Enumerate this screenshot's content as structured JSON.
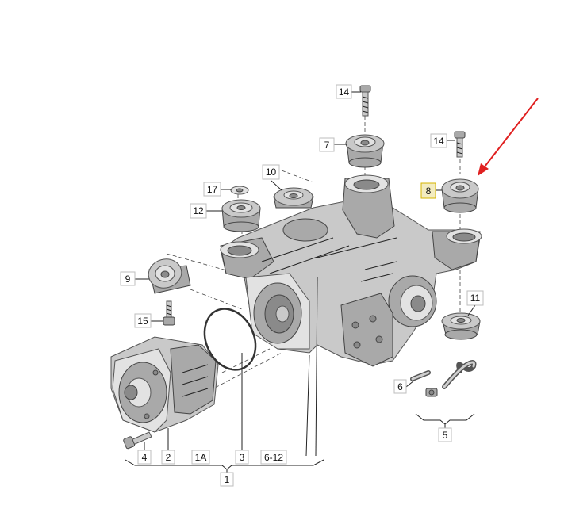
{
  "callouts": {
    "c14a": "14",
    "c7": "7",
    "c14b": "14",
    "c8": "8",
    "c10": "10",
    "c17": "17",
    "c12": "12",
    "c9": "9",
    "c15": "15",
    "c11": "11",
    "c6": "6",
    "c5": "5",
    "c4": "4",
    "c2": "2",
    "c1A": "1A",
    "c3": "3",
    "c6_12": "6-12",
    "c1": "1"
  },
  "colors": {
    "highlight_box": "#f3ecc0",
    "arrow": "#e02020"
  }
}
